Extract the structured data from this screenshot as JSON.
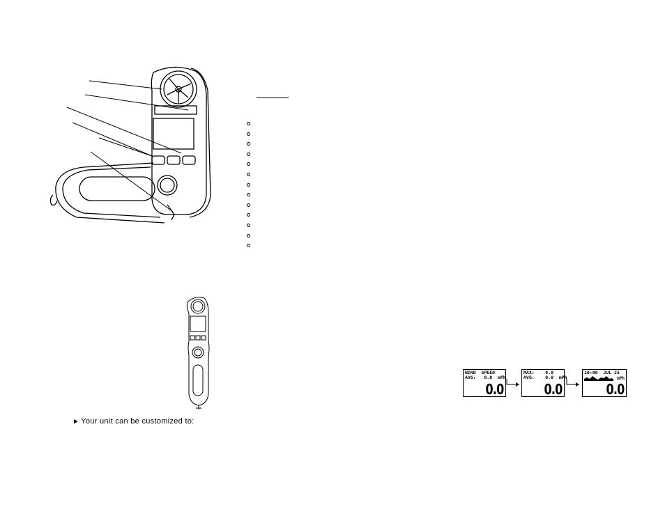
{
  "caption": {
    "arrow": "►",
    "text": "Your unit can be customized to:"
  },
  "bullet_count": 13,
  "screens": [
    {
      "line1": "WIND  SPEED",
      "line2": "AVG:   0.0  mPh",
      "value": "0.0",
      "unit": ""
    },
    {
      "line1": "MAX:    0.0",
      "line2": "AVG:    0.0  mPh",
      "value": "0.0",
      "unit": ""
    },
    {
      "line1": "10:00  JUL 25",
      "line2": "",
      "value": "0.0",
      "unit": "mPh"
    }
  ]
}
